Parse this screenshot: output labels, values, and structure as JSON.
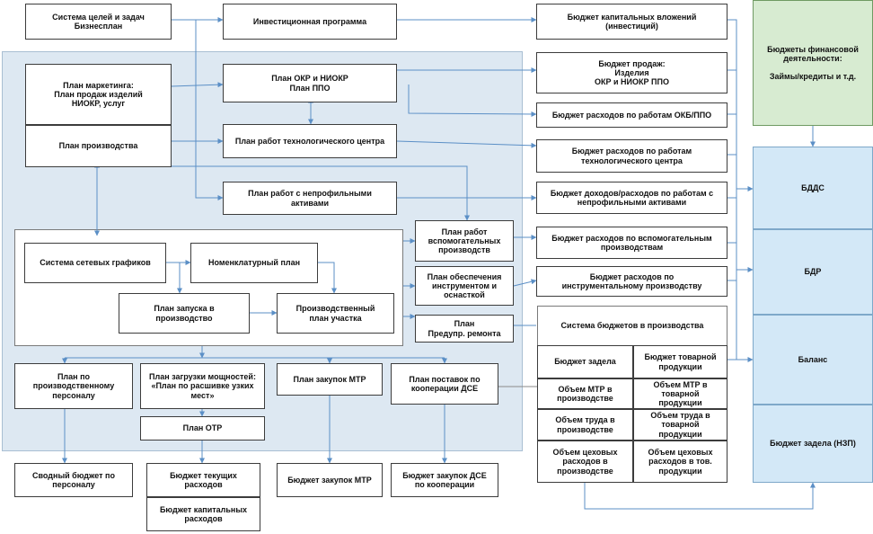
{
  "boxes": {
    "goals": "Система целей и задач\nБизнесплан",
    "invest_program": "Инвестиционная программа",
    "capex_budget": "Бюджет капитальных вложений\n(инвестиций)",
    "fin_budgets": "Бюджеты финансовой\nдеятельности:\n\nЗаймы/кредиты  и т.д.",
    "marketing_plan": "План маркетинга:\nПлан продаж изделий\nНИОКР, услуг",
    "production_plan": "План  производства",
    "okr_plan": "План ОКР и НИОКР\nПлан ППО",
    "tech_center_plan": "План работ технологического центра",
    "nonprofile_plan": "План работ с непрофильными\nактивами",
    "sales_budget": "Бюджет продаж:\nИзделия\nОКР и НИОКР ППО",
    "okb_budget": "Бюджет расходов по работам ОКБ/ППО",
    "tech_center_budget": "Бюджет расходов по работам\nтехнологического центра",
    "nonprofile_budget": "Бюджет доходов/расходов по работам с\nнепрофильными активами",
    "network_schedules": "Система сетевых графиков",
    "nomenclature_plan": "Номенклатурный план",
    "launch_plan": "План запуска в\nпроизводство",
    "section_plan": "Производственный\nплан участка",
    "aux_plan": "План работ\nвспомогательных\nпроизводств",
    "tool_plan": "План обеспечения\nинструментом и\nоснасткой",
    "repair_plan": "План\nПредупр. ремонта",
    "aux_budget": "Бюджет расходов по вспомогательным\nпроизводствам",
    "tool_budget": "Бюджет расходов по\nинструментальному производству",
    "prod_budget_system": "Система бюджетов в производства",
    "wip_budget": "Бюджет задела",
    "goods_budget": "Бюджет товарной\nпродукции",
    "mtr_volume_prod": "Объем МТР в\nпроизводстве",
    "mtr_volume_goods": "Объем МТР в\nтоварной\nпродукции",
    "labor_prod": "Объем труда в\nпроизводстве",
    "labor_goods": "Объем труда в\nтоварной\nпродукции",
    "shop_prod": "Объем цеховых\nрасходов в\nпроизводстве",
    "shop_goods": "Объем цеховых\nрасходов в тов.\nпродукции",
    "bdds": "БДДС",
    "bdr": "БДР",
    "balance": "Баланс",
    "wip_nzp": "Бюджет задела (НЗП)",
    "staff_plan": "План по\nпроизводственному\nперсоналу",
    "capacity_plan": "План загрузки мощностей:\n«План по расшивке узких\nмест»",
    "mtr_purchase_plan": "План закупок МТР",
    "coop_plan": "План поставок по\nкооперации ДСЕ",
    "otr_plan": "План ОТР",
    "staff_budget": "Сводный бюджет по\nперсоналу",
    "current_costs_budget": "Бюджет текущих\nрасходов",
    "capital_costs_budget": "Бюджет капитальных\nрасходов",
    "mtr_budget": "Бюджет закупок МТР",
    "dse_budget": "Бюджет закупок ДСЕ\nпо кооперации"
  },
  "colors": {
    "region_fill": "#dde8f2",
    "green_fill": "#d7ebd1",
    "blue_fill": "#d3e8f7",
    "connector": "#5b8fc6"
  }
}
